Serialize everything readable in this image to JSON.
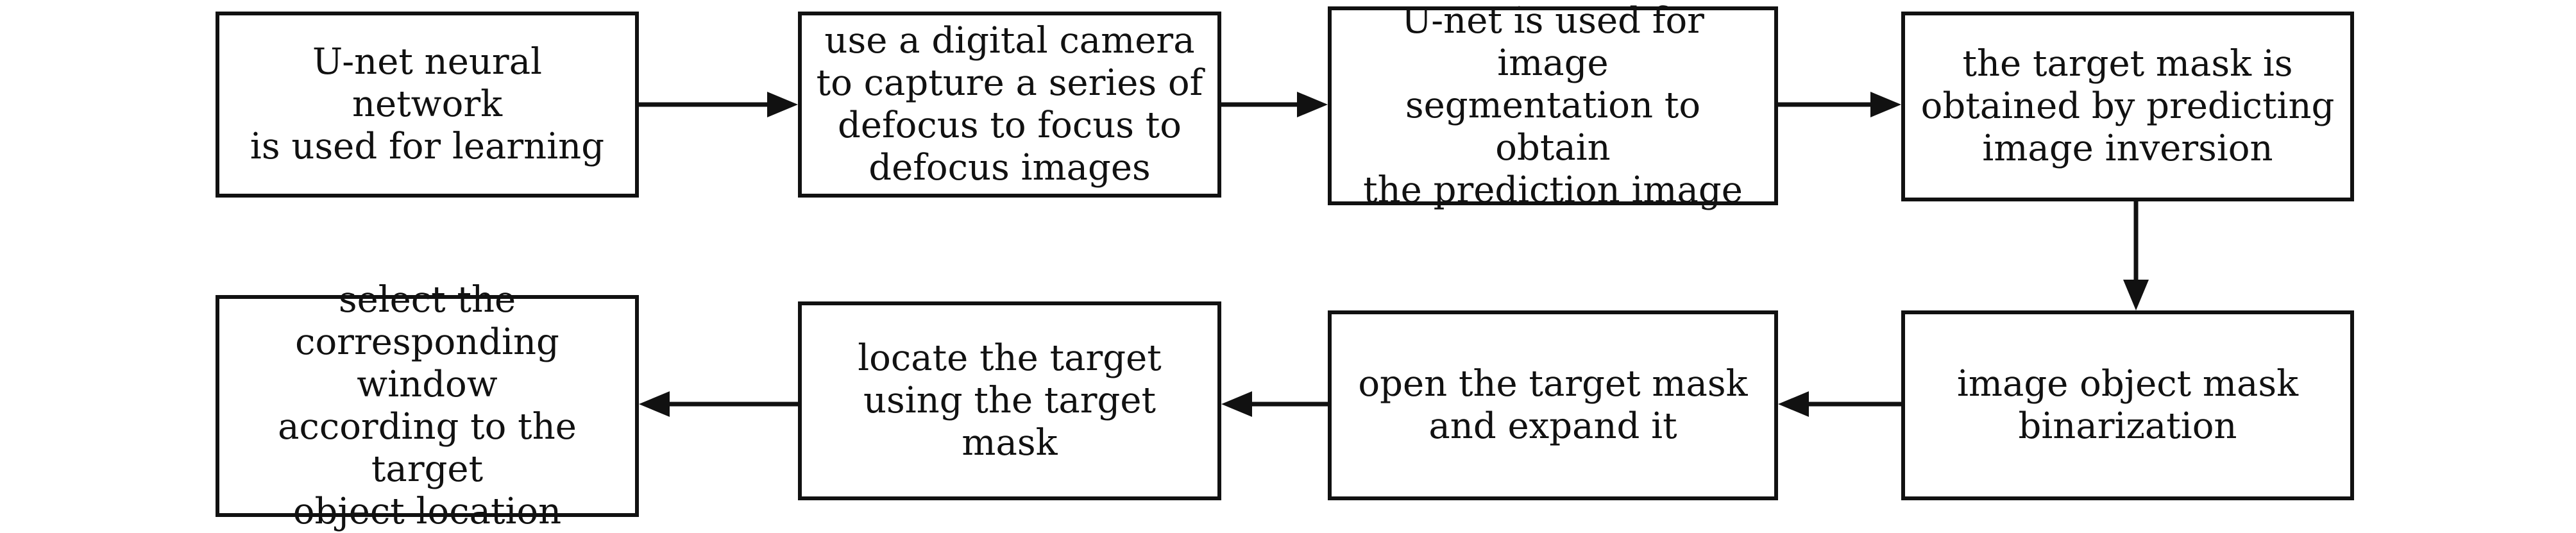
{
  "diagram": {
    "steps": [
      {
        "text": "U-net neural network\nis used for learning"
      },
      {
        "text": "use a digital camera\nto capture a series of\ndefocus to focus to\ndefocus images"
      },
      {
        "text": "U-net is used for image\nsegmentation to obtain\nthe prediction image"
      },
      {
        "text": "the target mask is\nobtained by predicting\nimage inversion"
      },
      {
        "text": "image object mask\nbinarization"
      },
      {
        "text": "open the target mask\nand expand it"
      },
      {
        "text": "locate the target\nusing the target\nmask"
      },
      {
        "text": "select the\ncorresponding window\naccording to the target\nobject location"
      }
    ],
    "line_color": "#111111"
  }
}
